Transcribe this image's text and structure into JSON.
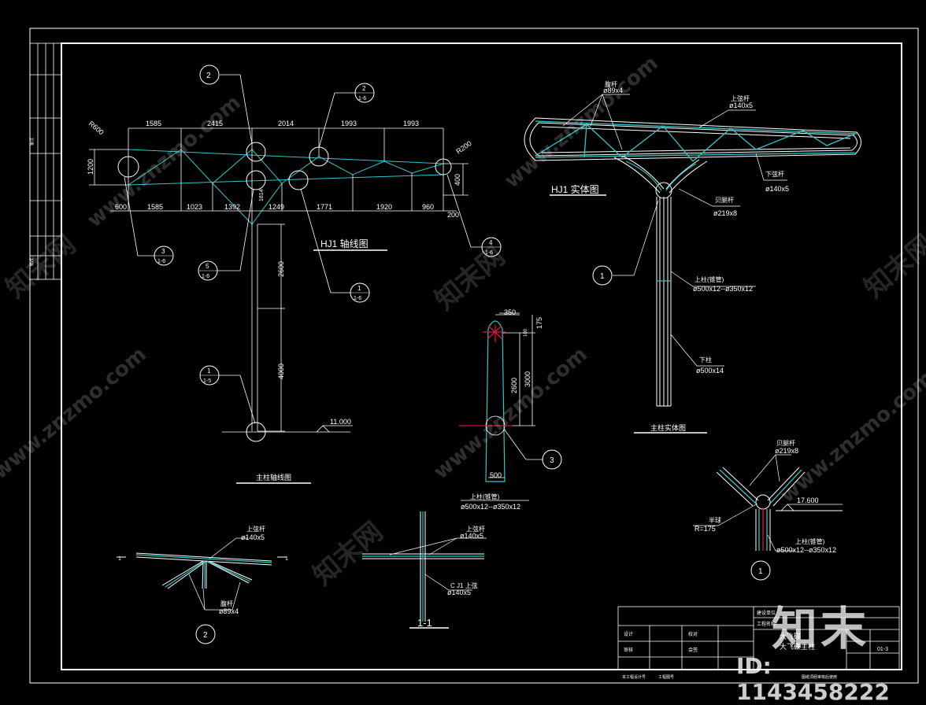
{
  "colors": {
    "background": "#000000",
    "line": "#ffffff",
    "truss": "#2fc7c7",
    "section": "#e0103a"
  },
  "axis_diagram": {
    "title": "HJ1 轴线图",
    "top_dims": [
      "1585",
      "2415",
      "2014",
      "1993",
      "1993"
    ],
    "bottom_dims": [
      "600",
      "1585",
      "1023",
      "1392",
      "1249",
      "1771",
      "1920",
      "960",
      "200"
    ],
    "left_height": "1200",
    "right_height": "400",
    "radius_left": "R600",
    "radius_right": "R200",
    "small_dim": "1814",
    "column_dims": [
      "2600",
      "4000"
    ],
    "elevation": "11.000",
    "column_title": "主柱轴线图",
    "callouts": [
      {
        "num": "2",
        "ref": ""
      },
      {
        "num": "2",
        "ref": "1-6"
      },
      {
        "num": "3",
        "ref": "1-6"
      },
      {
        "num": "5",
        "ref": "1-6"
      },
      {
        "num": "1",
        "ref": "1-6"
      },
      {
        "num": "4",
        "ref": "1-6"
      },
      {
        "num": "1",
        "ref": "1-5"
      }
    ]
  },
  "solid_diagram": {
    "title": "HJ1 实体图",
    "column_title": "主柱实体图",
    "labels": [
      {
        "name": "腹杆",
        "spec": "ø89x4"
      },
      {
        "name": "上弦杆",
        "spec": "ø140x5"
      },
      {
        "name": "下弦杆",
        "spec": "ø140x5"
      },
      {
        "name": "贝腿杆",
        "spec": "ø219x8"
      },
      {
        "name": "上柱(锥管)",
        "spec": "ø500x12--ø350x12"
      },
      {
        "name": "下柱",
        "spec": "ø500x14"
      }
    ],
    "callout": "1"
  },
  "column_detail": {
    "dims": [
      "350",
      "175",
      "100",
      "2600",
      "3000",
      "500"
    ],
    "spec_name": "上柱(锥管)",
    "spec": "ø500x12--ø350x12",
    "callout": "3"
  },
  "detail_1": {
    "callout": "1",
    "elevation": "17.600",
    "labels": [
      {
        "name": "贝腿杆",
        "spec": "ø219x8"
      },
      {
        "name": "半球",
        "spec": "R=175"
      },
      {
        "name": "上柱(锥管)",
        "spec": "ø500x12--ø350x12"
      }
    ]
  },
  "detail_2": {
    "callout": "2",
    "section_mark": "1",
    "top_label": "上弦杆",
    "top_spec": "ø140x5",
    "web_label": "腹杆",
    "web_spec": "ø89x4"
  },
  "section_11": {
    "title": "1-1",
    "label1": "上弦杆",
    "spec1": "ø140x5",
    "label2": "C J1 上弦",
    "spec2": "ø140x5"
  },
  "title_block": {
    "project_name": "大飞碟",
    "drawing_name": "大飞碟主柱",
    "drawing_no": "01-3",
    "row_labels": [
      "设计",
      "审核"
    ],
    "mid_labels": [
      "校对",
      "会签"
    ],
    "header_labels": [
      "建设单位",
      "工程名称"
    ],
    "footer_left": "本工程设计号",
    "footer_mid": "工程图号",
    "footer_right": "图纸须经审核后使用"
  },
  "left_strip_labels": [
    "备注",
    "修改"
  ],
  "watermark": {
    "site": "www.znzmo.com",
    "brand": "知末网",
    "logo_text": "知末",
    "id": "ID: 1143458222"
  }
}
